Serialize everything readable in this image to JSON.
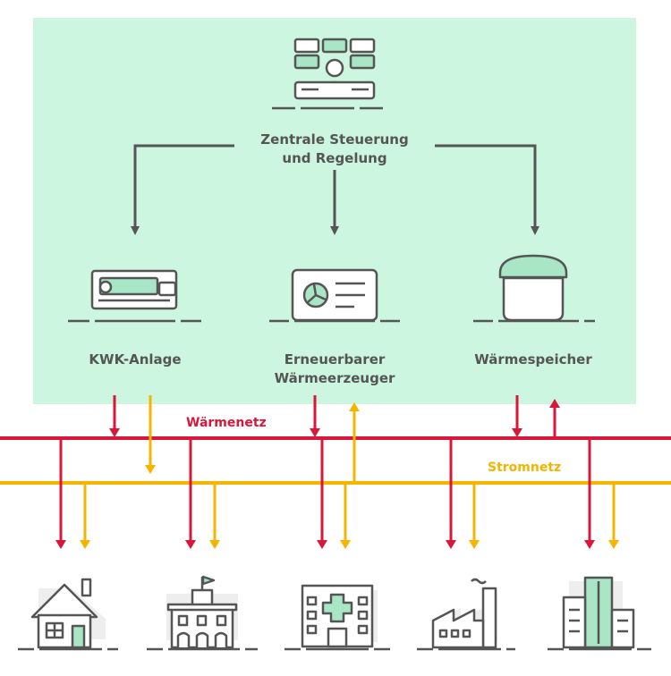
{
  "central": {
    "label": "Zentrale Steuerung\nund Regelung"
  },
  "units": [
    {
      "label": "KWK-Anlage"
    },
    {
      "label": "Erneuerbarer\nWärmeerzeuger"
    },
    {
      "label": "Wärmespeicher"
    }
  ],
  "networks": {
    "heat": {
      "label": "Wärmenetz",
      "color": "#d8173a"
    },
    "power": {
      "label": "Stromnetz",
      "color": "#f5b400"
    }
  },
  "colors": {
    "background_panel": "#ccf6df",
    "arrow_gray": "#555555",
    "icon_fill": "#a8e6c5"
  },
  "consumers": [
    {
      "icon": "house-icon"
    },
    {
      "icon": "town-hall-icon"
    },
    {
      "icon": "hospital-icon"
    },
    {
      "icon": "factory-icon"
    },
    {
      "icon": "office-building-icon"
    }
  ]
}
